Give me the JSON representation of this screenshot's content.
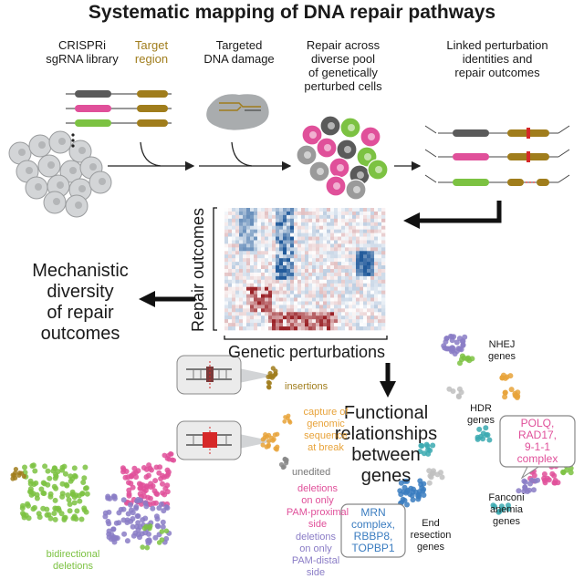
{
  "title": "Systematic mapping of DNA repair pathways",
  "steps": {
    "library_line1": "CRISPRi",
    "library_line2": "sgRNA library",
    "target_line1": "Target",
    "target_line2": "region",
    "damage_line1": "Targeted",
    "damage_line2": "DNA damage",
    "repair_line1": "Repair across",
    "repair_line2": "diverse pool",
    "repair_line3": "of genetically",
    "repair_line4": "perturbed cells",
    "linked_line1": "Linked perturbation",
    "linked_line2": "identities and",
    "linked_line3": "repair outcomes"
  },
  "heatmap": {
    "y_label": "Repair outcomes",
    "x_label": "Genetic perturbations"
  },
  "mechanistic": {
    "line1": "Mechanistic",
    "line2": "diversity",
    "line3": "of repair",
    "line4": "outcomes"
  },
  "functional": {
    "line1": "Functional",
    "line2": "relationships",
    "line3": "between",
    "line4": "genes"
  },
  "outcome_clusters": {
    "insertions": "insertions",
    "capture_1": "capture of",
    "capture_2": "genomic",
    "capture_3": "sequence",
    "capture_4": "at break",
    "unedited": "unedited",
    "prox_1": "deletions",
    "prox_2": "on only",
    "prox_3": "PAM-proximal",
    "prox_4": "side",
    "distal_1": "deletions",
    "distal_2": "on only",
    "distal_3": "PAM-distal",
    "distal_4": "side",
    "bidir_1": "bidirectional",
    "bidir_2": "deletions"
  },
  "gene_clusters": {
    "nhej_1": "NHEJ",
    "nhej_2": "genes",
    "hdr_1": "HDR",
    "hdr_2": "genes",
    "fanconi_1": "Fanconi",
    "fanconi_2": "anemia",
    "fanconi_3": "genes",
    "end_1": "End",
    "end_2": "resection",
    "end_3": "genes",
    "polq_1": "POLQ,",
    "polq_2": "RAD17,",
    "polq_3": "9-1-1",
    "polq_4": "complex",
    "mrn_1": "MRN",
    "mrn_2": "complex,",
    "mrn_3": "RBBP8,",
    "mrn_4": "TOPBP1"
  },
  "colors": {
    "gold": "#a07d1c",
    "pink": "#e0509a",
    "green": "#7cc242",
    "dark_gray": "#555555",
    "blue": "#3a7cc0",
    "red": "#d62828",
    "purple": "#8a7cc6",
    "orange": "#e8a33a"
  }
}
